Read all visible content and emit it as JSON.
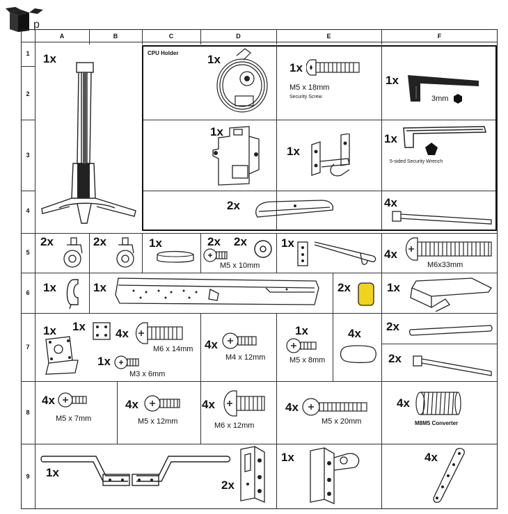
{
  "columns": [
    "A",
    "B",
    "C",
    "D",
    "E",
    "F"
  ],
  "rows": [
    "1",
    "2",
    "3",
    "4",
    "5",
    "6",
    "7",
    "8",
    "9"
  ],
  "section_title": "CPU Holder",
  "items": {
    "stand": {
      "count": "1x"
    },
    "cpu_cable": {
      "count": "1x"
    },
    "m5x18_screw": {
      "count": "1x",
      "size": "M5 x 18mm",
      "note": "Security Screw"
    },
    "hex_key": {
      "count": "1x",
      "size": "3mm"
    },
    "cpu_bracket": {
      "count": "1x"
    },
    "hinge_bracket": {
      "count": "1x"
    },
    "pentagon_wrench": {
      "count": "1x",
      "note": "5-sided Security Wrench"
    },
    "clip_bar": {
      "count": "2x"
    },
    "tie_4": {
      "count": "4x"
    },
    "caster_a": {
      "count": "2x"
    },
    "caster_b": {
      "count": "2x"
    },
    "pad_block": {
      "count": "1x"
    },
    "m5x10_screw": {
      "count": "2x",
      "size": "M5 x 10mm"
    },
    "washer": {
      "count": "2x"
    },
    "hook_plate": {
      "count": "1x"
    },
    "m6x33_screw": {
      "count": "4x",
      "size": "M6x33mm"
    },
    "cable_hook": {
      "count": "1x"
    },
    "rail": {
      "count": "1x"
    },
    "yellow_pad": {
      "count": "2x"
    },
    "shelf": {
      "count": "1x"
    },
    "mount_plate": {
      "count": "1x"
    },
    "small_plate": {
      "count": "1x"
    },
    "m6x14_screw": {
      "count": "4x",
      "size": "M6 x 14mm"
    },
    "m3x6_screw": {
      "count": "1x",
      "size": "M3 x 6mm"
    },
    "m4x12_screw": {
      "count": "4x",
      "size": "M4 x 12mm"
    },
    "m5x8_screw": {
      "count": "1x",
      "size": "M5 x 8mm"
    },
    "foot_pad": {
      "count": "4x"
    },
    "strip": {
      "count": "2x"
    },
    "tie_2": {
      "count": "2x"
    },
    "m5x7_screw": {
      "count": "4x",
      "size": "M5 x 7mm"
    },
    "m5x12_screw": {
      "count": "4x",
      "size": "M5 x 12mm"
    },
    "m6x12_screw": {
      "count": "4x",
      "size": "M6 x 12mm"
    },
    "m5x20_screw": {
      "count": "4x",
      "size": "M5 x 20mm"
    },
    "converter": {
      "count": "4x",
      "name": "M8M5 Converter"
    },
    "bar_handle": {
      "count": "1x"
    },
    "slot_plate": {
      "count": "2x"
    },
    "clamp_plate": {
      "count": "1x"
    },
    "angle_strap": {
      "count": "4x"
    }
  },
  "colors": {
    "line": "#333333",
    "accent_yellow": "#f2d21c",
    "ink": "#111111"
  }
}
